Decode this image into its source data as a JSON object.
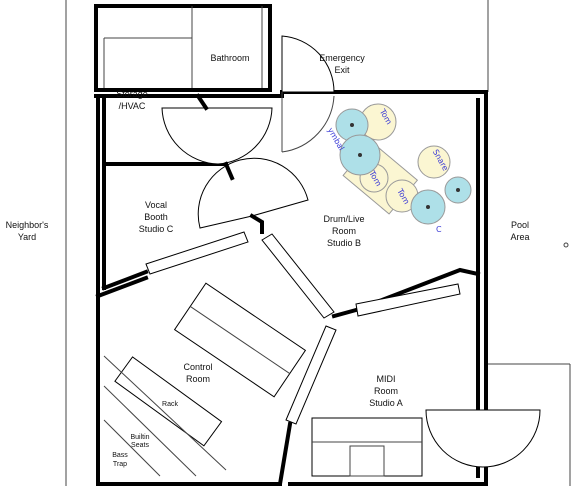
{
  "labels": {
    "neighbors_yard_1": "Neighbor's",
    "neighbors_yard_2": "Yard",
    "pool_1": "Pool",
    "pool_2": "Area",
    "bathroom": "Bathroom",
    "emergency_1": "Emergency",
    "emergency_2": "Exit",
    "storage_1": "Storage",
    "storage_2": "/HVAC",
    "vocal_1": "Vocal",
    "vocal_2": "Booth",
    "vocal_3": "Studio C",
    "drum_1": "Drum/Live",
    "drum_2": "Room",
    "drum_3": "Studio B",
    "control_1": "Control",
    "control_2": "Room",
    "midi_1": "MIDI",
    "midi_2": "Room",
    "midi_3": "Studio A",
    "rack": "Rack",
    "builtin_1": "Builtin",
    "builtin_2": "Seats",
    "bass_1": "Bass",
    "bass_2": "Trap"
  },
  "drums": {
    "tom1": "Tom",
    "tom2": "Tom",
    "tom3": "Tom",
    "cymbal": "ymbal",
    "snare": "Snare",
    "c": "C"
  },
  "colors": {
    "wall": "#000000",
    "cymbal": "#aee0e8",
    "drum": "#fbf6d2",
    "drum_text": "#3b3bd6"
  }
}
